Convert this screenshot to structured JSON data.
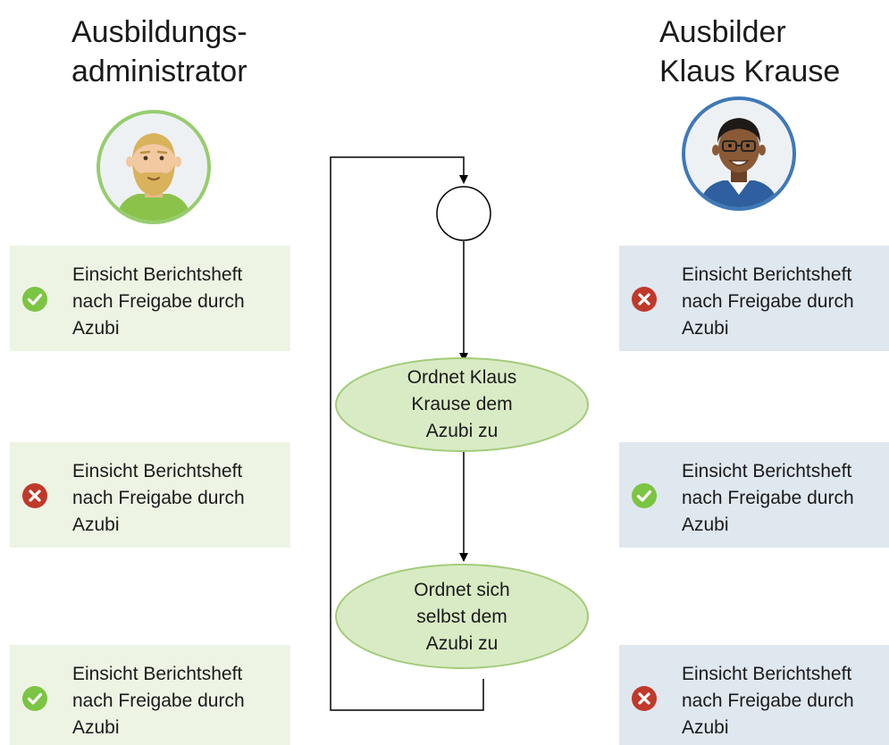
{
  "roles": {
    "left": {
      "title_line1": "Ausbildungs-",
      "title_line2": "administrator",
      "avatar": "bearded-man-avatar"
    },
    "right": {
      "title_line1": "Ausbilder",
      "title_line2": "Klaus Krause",
      "avatar": "man-with-glasses-avatar"
    }
  },
  "panels": {
    "left": [
      {
        "line1": "Einsicht Berichtsheft",
        "line2": "nach Freigabe durch",
        "line3": "Azubi",
        "status": "check-icon"
      },
      {
        "line1": "Einsicht Berichtsheft",
        "line2": "nach Freigabe durch",
        "line3": "Azubi",
        "status": "cross-icon"
      },
      {
        "line1": "Einsicht Berichtsheft",
        "line2": "nach Freigabe durch",
        "line3": "Azubi",
        "status": "check-icon"
      }
    ],
    "right": [
      {
        "line1": "Einsicht Berichtsheft",
        "line2": "nach Freigabe durch",
        "line3": "Azubi",
        "status": "cross-icon"
      },
      {
        "line1": "Einsicht Berichtsheft",
        "line2": "nach Freigabe durch",
        "line3": "Azubi",
        "status": "check-icon"
      },
      {
        "line1": "Einsicht Berichtsheft",
        "line2": "nach Freigabe durch",
        "line3": "Azubi",
        "status": "cross-icon"
      }
    ]
  },
  "flow": {
    "start_node": "circle",
    "step1": {
      "line1": "Ordnet Klaus",
      "line2": "Krause dem",
      "line3": "Azubi zu"
    },
    "step2": {
      "line1": "Ordnet sich",
      "line2": "selbst dem",
      "line3": "Azubi zu"
    }
  },
  "colors": {
    "green_panel": "#eef4e4",
    "blue_panel": "#dfe7ef",
    "check": "#7cc443",
    "cross": "#c0392b",
    "ellipse_fill": "#d9ebc4",
    "ellipse_stroke": "#a3cc7a"
  }
}
